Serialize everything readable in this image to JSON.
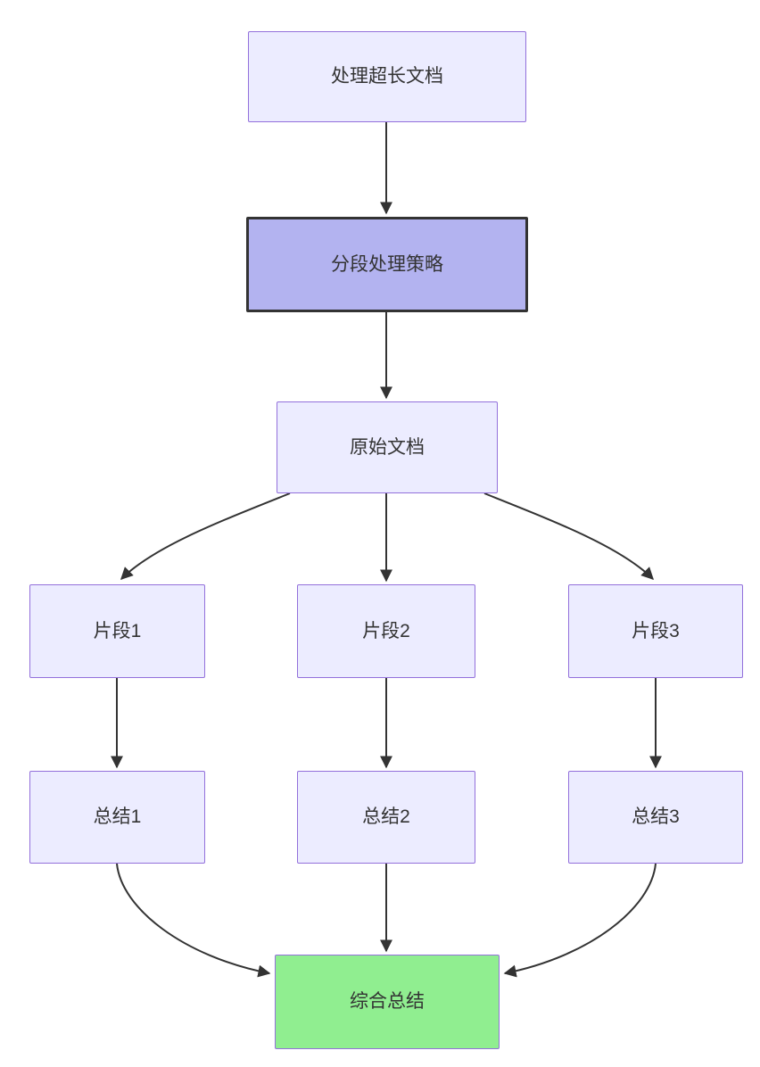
{
  "diagram": {
    "type": "flowchart-top-down",
    "nodes": {
      "top": {
        "id": "top",
        "label": "处理超长文档",
        "style": "default"
      },
      "strategy": {
        "id": "strategy",
        "label": "分段处理策略",
        "style": "highlight-purple"
      },
      "doc": {
        "id": "doc",
        "label": "原始文档",
        "style": "default"
      },
      "frag1": {
        "id": "frag1",
        "label": "片段1",
        "style": "default"
      },
      "frag2": {
        "id": "frag2",
        "label": "片段2",
        "style": "default"
      },
      "frag3": {
        "id": "frag3",
        "label": "片段3",
        "style": "default"
      },
      "sum1": {
        "id": "sum1",
        "label": "总结1",
        "style": "default"
      },
      "sum2": {
        "id": "sum2",
        "label": "总结2",
        "style": "default"
      },
      "sum3": {
        "id": "sum3",
        "label": "总结3",
        "style": "default"
      },
      "final": {
        "id": "final",
        "label": "综合总结",
        "style": "highlight-green"
      }
    },
    "edges": [
      {
        "from": "top",
        "to": "strategy"
      },
      {
        "from": "strategy",
        "to": "doc"
      },
      {
        "from": "doc",
        "to": "frag1"
      },
      {
        "from": "doc",
        "to": "frag2"
      },
      {
        "from": "doc",
        "to": "frag3"
      },
      {
        "from": "frag1",
        "to": "sum1"
      },
      {
        "from": "frag2",
        "to": "sum2"
      },
      {
        "from": "frag3",
        "to": "sum3"
      },
      {
        "from": "sum1",
        "to": "final"
      },
      {
        "from": "sum2",
        "to": "final"
      },
      {
        "from": "sum3",
        "to": "final"
      }
    ],
    "colors": {
      "background": "#FFFFFF",
      "node_fill": "#ECECFF",
      "node_border": "#9370DB",
      "strategy_fill": "#B3B3F0",
      "strategy_border": "#333333",
      "final_fill": "#90EE90",
      "final_border": "#9370DB",
      "edge": "#333333",
      "text": "#333333"
    }
  }
}
